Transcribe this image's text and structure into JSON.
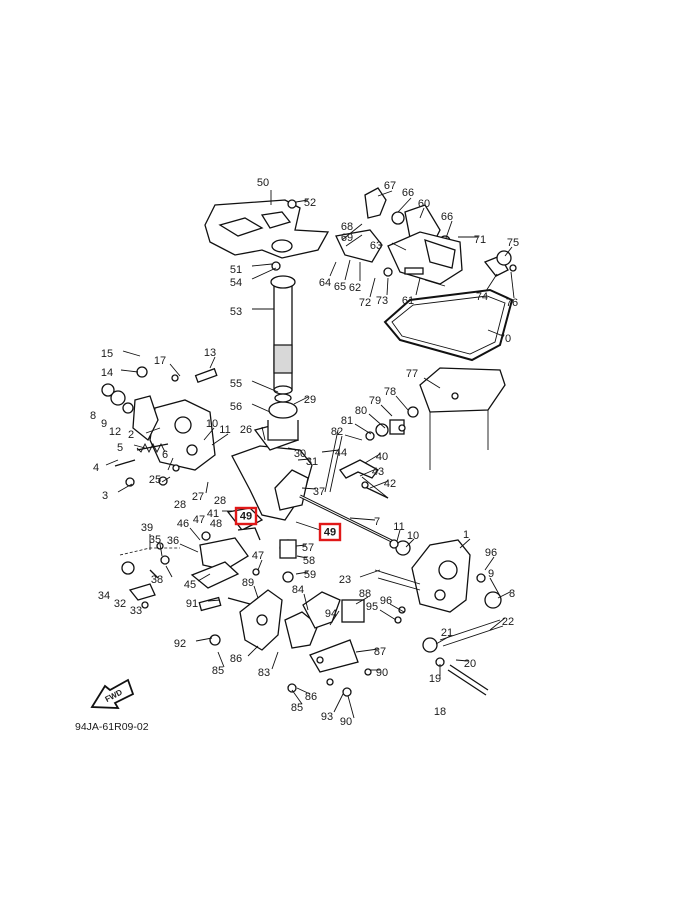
{
  "diagram": {
    "drawing_code": "94JA-61R09-02",
    "fwd_label": "FWD",
    "highlight_color": "#e01818",
    "callouts": [
      {
        "id": "c1",
        "text": "1"
      },
      {
        "id": "c2",
        "text": "2"
      },
      {
        "id": "c3",
        "text": "3"
      },
      {
        "id": "c4",
        "text": "4"
      },
      {
        "id": "c5",
        "text": "5"
      },
      {
        "id": "c6",
        "text": "6"
      },
      {
        "id": "c7",
        "text": "7"
      },
      {
        "id": "c8a",
        "text": "8"
      },
      {
        "id": "c8b",
        "text": "8"
      },
      {
        "id": "c9a",
        "text": "9"
      },
      {
        "id": "c9b",
        "text": "9"
      },
      {
        "id": "c10a",
        "text": "10"
      },
      {
        "id": "c10b",
        "text": "10"
      },
      {
        "id": "c11a",
        "text": "11"
      },
      {
        "id": "c11b",
        "text": "11"
      },
      {
        "id": "c12",
        "text": "12"
      },
      {
        "id": "c13",
        "text": "13"
      },
      {
        "id": "c14",
        "text": "14"
      },
      {
        "id": "c15",
        "text": "15"
      },
      {
        "id": "c17",
        "text": "17"
      },
      {
        "id": "c18",
        "text": "18"
      },
      {
        "id": "c19",
        "text": "19"
      },
      {
        "id": "c20",
        "text": "20"
      },
      {
        "id": "c21",
        "text": "21"
      },
      {
        "id": "c22",
        "text": "22"
      },
      {
        "id": "c23",
        "text": "23"
      },
      {
        "id": "c25",
        "text": "25"
      },
      {
        "id": "c26",
        "text": "26"
      },
      {
        "id": "c27",
        "text": "27"
      },
      {
        "id": "c28a",
        "text": "28"
      },
      {
        "id": "c28b",
        "text": "28"
      },
      {
        "id": "c29",
        "text": "29"
      },
      {
        "id": "c30",
        "text": "30"
      },
      {
        "id": "c31",
        "text": "31"
      },
      {
        "id": "c32",
        "text": "32"
      },
      {
        "id": "c33",
        "text": "33"
      },
      {
        "id": "c34",
        "text": "34"
      },
      {
        "id": "c35",
        "text": "35"
      },
      {
        "id": "c36",
        "text": "36"
      },
      {
        "id": "c37",
        "text": "37"
      },
      {
        "id": "c38",
        "text": "38"
      },
      {
        "id": "c39",
        "text": "39"
      },
      {
        "id": "c40",
        "text": "40"
      },
      {
        "id": "c41",
        "text": "41"
      },
      {
        "id": "c42",
        "text": "42"
      },
      {
        "id": "c43",
        "text": "43"
      },
      {
        "id": "c44",
        "text": "44"
      },
      {
        "id": "c45",
        "text": "45"
      },
      {
        "id": "c46",
        "text": "46"
      },
      {
        "id": "c47a",
        "text": "47"
      },
      {
        "id": "c47b",
        "text": "47"
      },
      {
        "id": "c48",
        "text": "48"
      },
      {
        "id": "c50",
        "text": "50"
      },
      {
        "id": "c51",
        "text": "51"
      },
      {
        "id": "c52",
        "text": "52"
      },
      {
        "id": "c53",
        "text": "53"
      },
      {
        "id": "c54",
        "text": "54"
      },
      {
        "id": "c55",
        "text": "55"
      },
      {
        "id": "c56",
        "text": "56"
      },
      {
        "id": "c57",
        "text": "57"
      },
      {
        "id": "c58",
        "text": "58"
      },
      {
        "id": "c59",
        "text": "59"
      },
      {
        "id": "c60",
        "text": "60"
      },
      {
        "id": "c61",
        "text": "61"
      },
      {
        "id": "c62",
        "text": "62"
      },
      {
        "id": "c63",
        "text": "63"
      },
      {
        "id": "c64",
        "text": "64"
      },
      {
        "id": "c65",
        "text": "65"
      },
      {
        "id": "c66a",
        "text": "66"
      },
      {
        "id": "c66b",
        "text": "66"
      },
      {
        "id": "c67",
        "text": "67"
      },
      {
        "id": "c68",
        "text": "68"
      },
      {
        "id": "c69",
        "text": "69"
      },
      {
        "id": "c70",
        "text": "70"
      },
      {
        "id": "c71",
        "text": "71"
      },
      {
        "id": "c72",
        "text": "72"
      },
      {
        "id": "c73",
        "text": "73"
      },
      {
        "id": "c74",
        "text": "74"
      },
      {
        "id": "c75",
        "text": "75"
      },
      {
        "id": "c76",
        "text": "76"
      },
      {
        "id": "c77",
        "text": "77"
      },
      {
        "id": "c78",
        "text": "78"
      },
      {
        "id": "c79",
        "text": "79"
      },
      {
        "id": "c80",
        "text": "80"
      },
      {
        "id": "c81",
        "text": "81"
      },
      {
        "id": "c82",
        "text": "82"
      },
      {
        "id": "c83",
        "text": "83"
      },
      {
        "id": "c84",
        "text": "84"
      },
      {
        "id": "c85a",
        "text": "85"
      },
      {
        "id": "c85b",
        "text": "85"
      },
      {
        "id": "c86a",
        "text": "86"
      },
      {
        "id": "c86b",
        "text": "86"
      },
      {
        "id": "c87",
        "text": "87"
      },
      {
        "id": "c88",
        "text": "88"
      },
      {
        "id": "c89",
        "text": "89"
      },
      {
        "id": "c90a",
        "text": "90"
      },
      {
        "id": "c90b",
        "text": "90"
      },
      {
        "id": "c91",
        "text": "91"
      },
      {
        "id": "c92",
        "text": "92"
      },
      {
        "id": "c93",
        "text": "93"
      },
      {
        "id": "c94",
        "text": "94"
      },
      {
        "id": "c95",
        "text": "95"
      },
      {
        "id": "c96a",
        "text": "96"
      },
      {
        "id": "c96b",
        "text": "96"
      }
    ],
    "highlighted": [
      {
        "id": "h49a",
        "text": "49"
      },
      {
        "id": "h49b",
        "text": "49"
      }
    ]
  }
}
